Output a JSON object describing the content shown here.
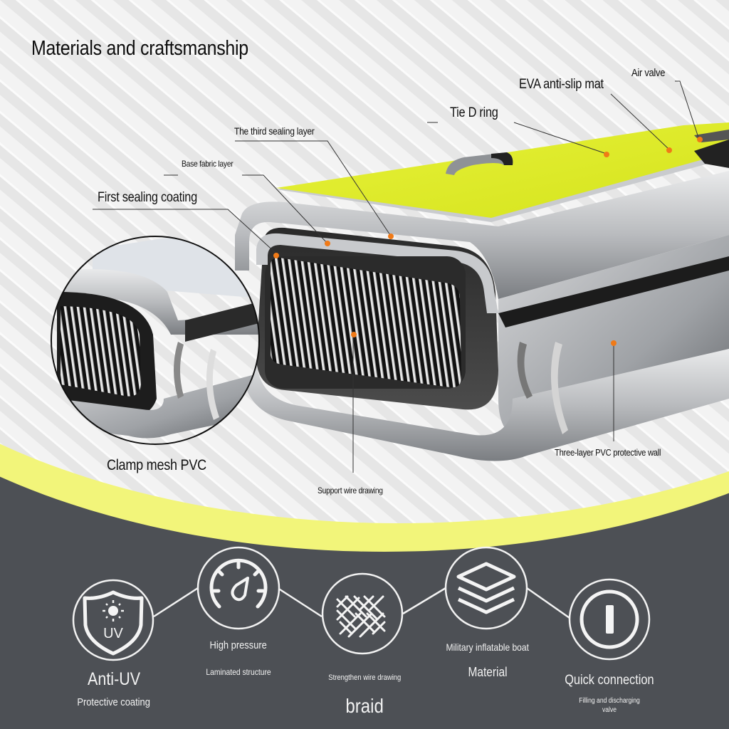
{
  "title": "Materials and craftsmanship",
  "colors": {
    "accent_yellow": "#f2f57a",
    "eva_green": "#e3f02a",
    "dark_band": "#4d5055",
    "callout_dot": "#f07a17",
    "background": "#f1f1f1"
  },
  "callouts": [
    {
      "id": "air-valve",
      "label": "Air valve"
    },
    {
      "id": "eva-mat",
      "label": "EVA anti-slip mat"
    },
    {
      "id": "tie-d-ring",
      "label": "Tie D ring"
    },
    {
      "id": "third-sealing-layer",
      "label": "The third sealing layer"
    },
    {
      "id": "base-fabric-layer",
      "label": "Base fabric layer"
    },
    {
      "id": "first-sealing-coating",
      "label": "First sealing coating"
    },
    {
      "id": "clamp-mesh-pvc",
      "label": "Clamp mesh PVC"
    },
    {
      "id": "support-wire-drawing",
      "label": "Support wire drawing"
    },
    {
      "id": "three-layer-wall",
      "label": "Three-layer PVC protective wall"
    }
  ],
  "features": [
    {
      "icon": "uv-shield-icon",
      "title": "Anti-UV",
      "subtitle": "Protective coating"
    },
    {
      "icon": "pressure-gauge-icon",
      "title": "High pressure",
      "subtitle": "Laminated structure"
    },
    {
      "icon": "woven-mesh-icon",
      "title": "braid",
      "subtitle": "Strengthen wire drawing"
    },
    {
      "icon": "layers-icon",
      "title": "Material",
      "subtitle": "Military inflatable boat"
    },
    {
      "icon": "power-valve-icon",
      "title": "Quick connection",
      "subtitle": "Filling and discharging valve"
    }
  ],
  "icon_text": {
    "uv": "UV"
  }
}
